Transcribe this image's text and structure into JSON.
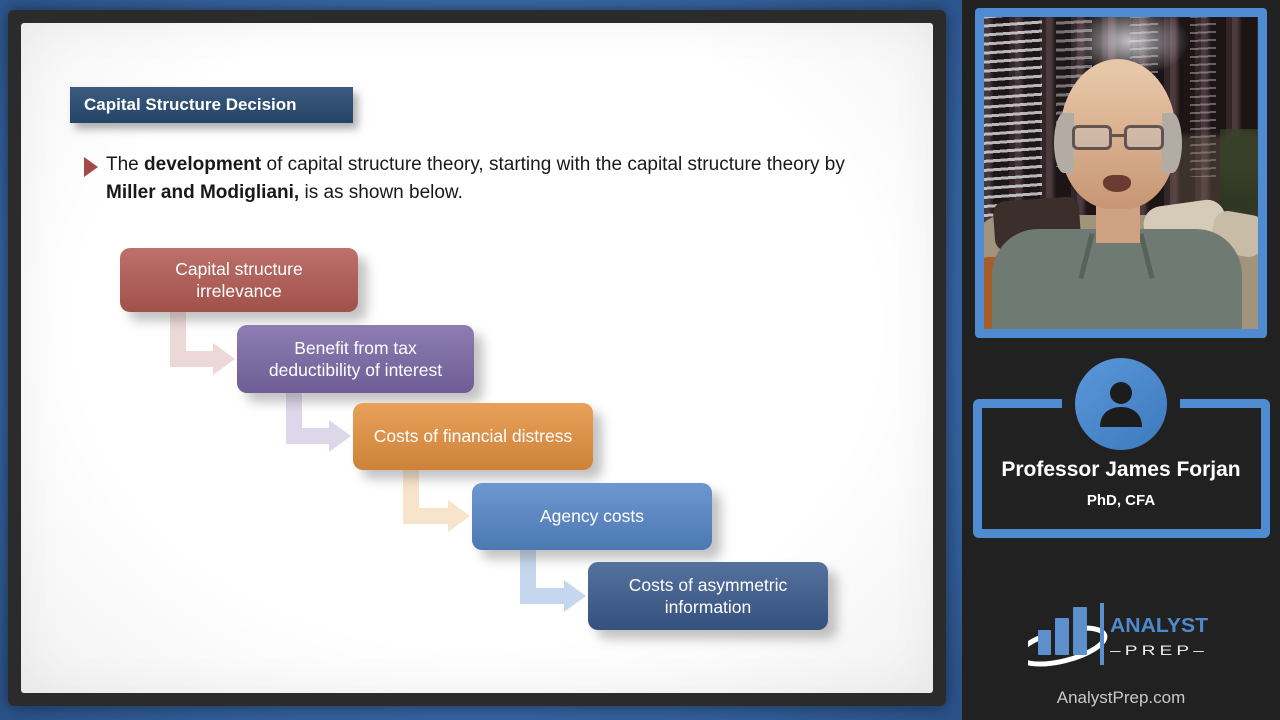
{
  "slide": {
    "title": "Capital Structure Decision",
    "title_bar_color": "#2a4d74",
    "bullet": {
      "marker_color": "#a24a43",
      "t1": "The ",
      "b1": "development",
      "t2": " of capital structure theory, starting with the capital structure theory by ",
      "b2": "Miller and Modigliani,",
      "t3": " is as shown below."
    }
  },
  "diagram": {
    "type": "staircase-flow",
    "steps": [
      {
        "label": "Capital structure irrelevance",
        "color": "#b25a52",
        "arrow_color": "#ecd9d7"
      },
      {
        "label": "Benefit from tax deductibility of interest",
        "color": "#7b68a6",
        "arrow_color": "#dcd8ea"
      },
      {
        "label": "Costs of financial distress",
        "color": "#e5913f",
        "arrow_color": "#f8e4ca"
      },
      {
        "label": "Agency costs",
        "color": "#5586c7",
        "arrow_color": "#c5d6ee"
      },
      {
        "label": "Costs of asymmetric information",
        "color": "#3a5a8d"
      }
    ]
  },
  "sidebar": {
    "accent_color": "#4f8bd0",
    "presenter": {
      "name": "Professor James Forjan",
      "credentials": "PhD, CFA"
    },
    "logo": {
      "word1": "ANALYST",
      "word2": "–PREP–",
      "website": "AnalystPrep.com"
    }
  }
}
